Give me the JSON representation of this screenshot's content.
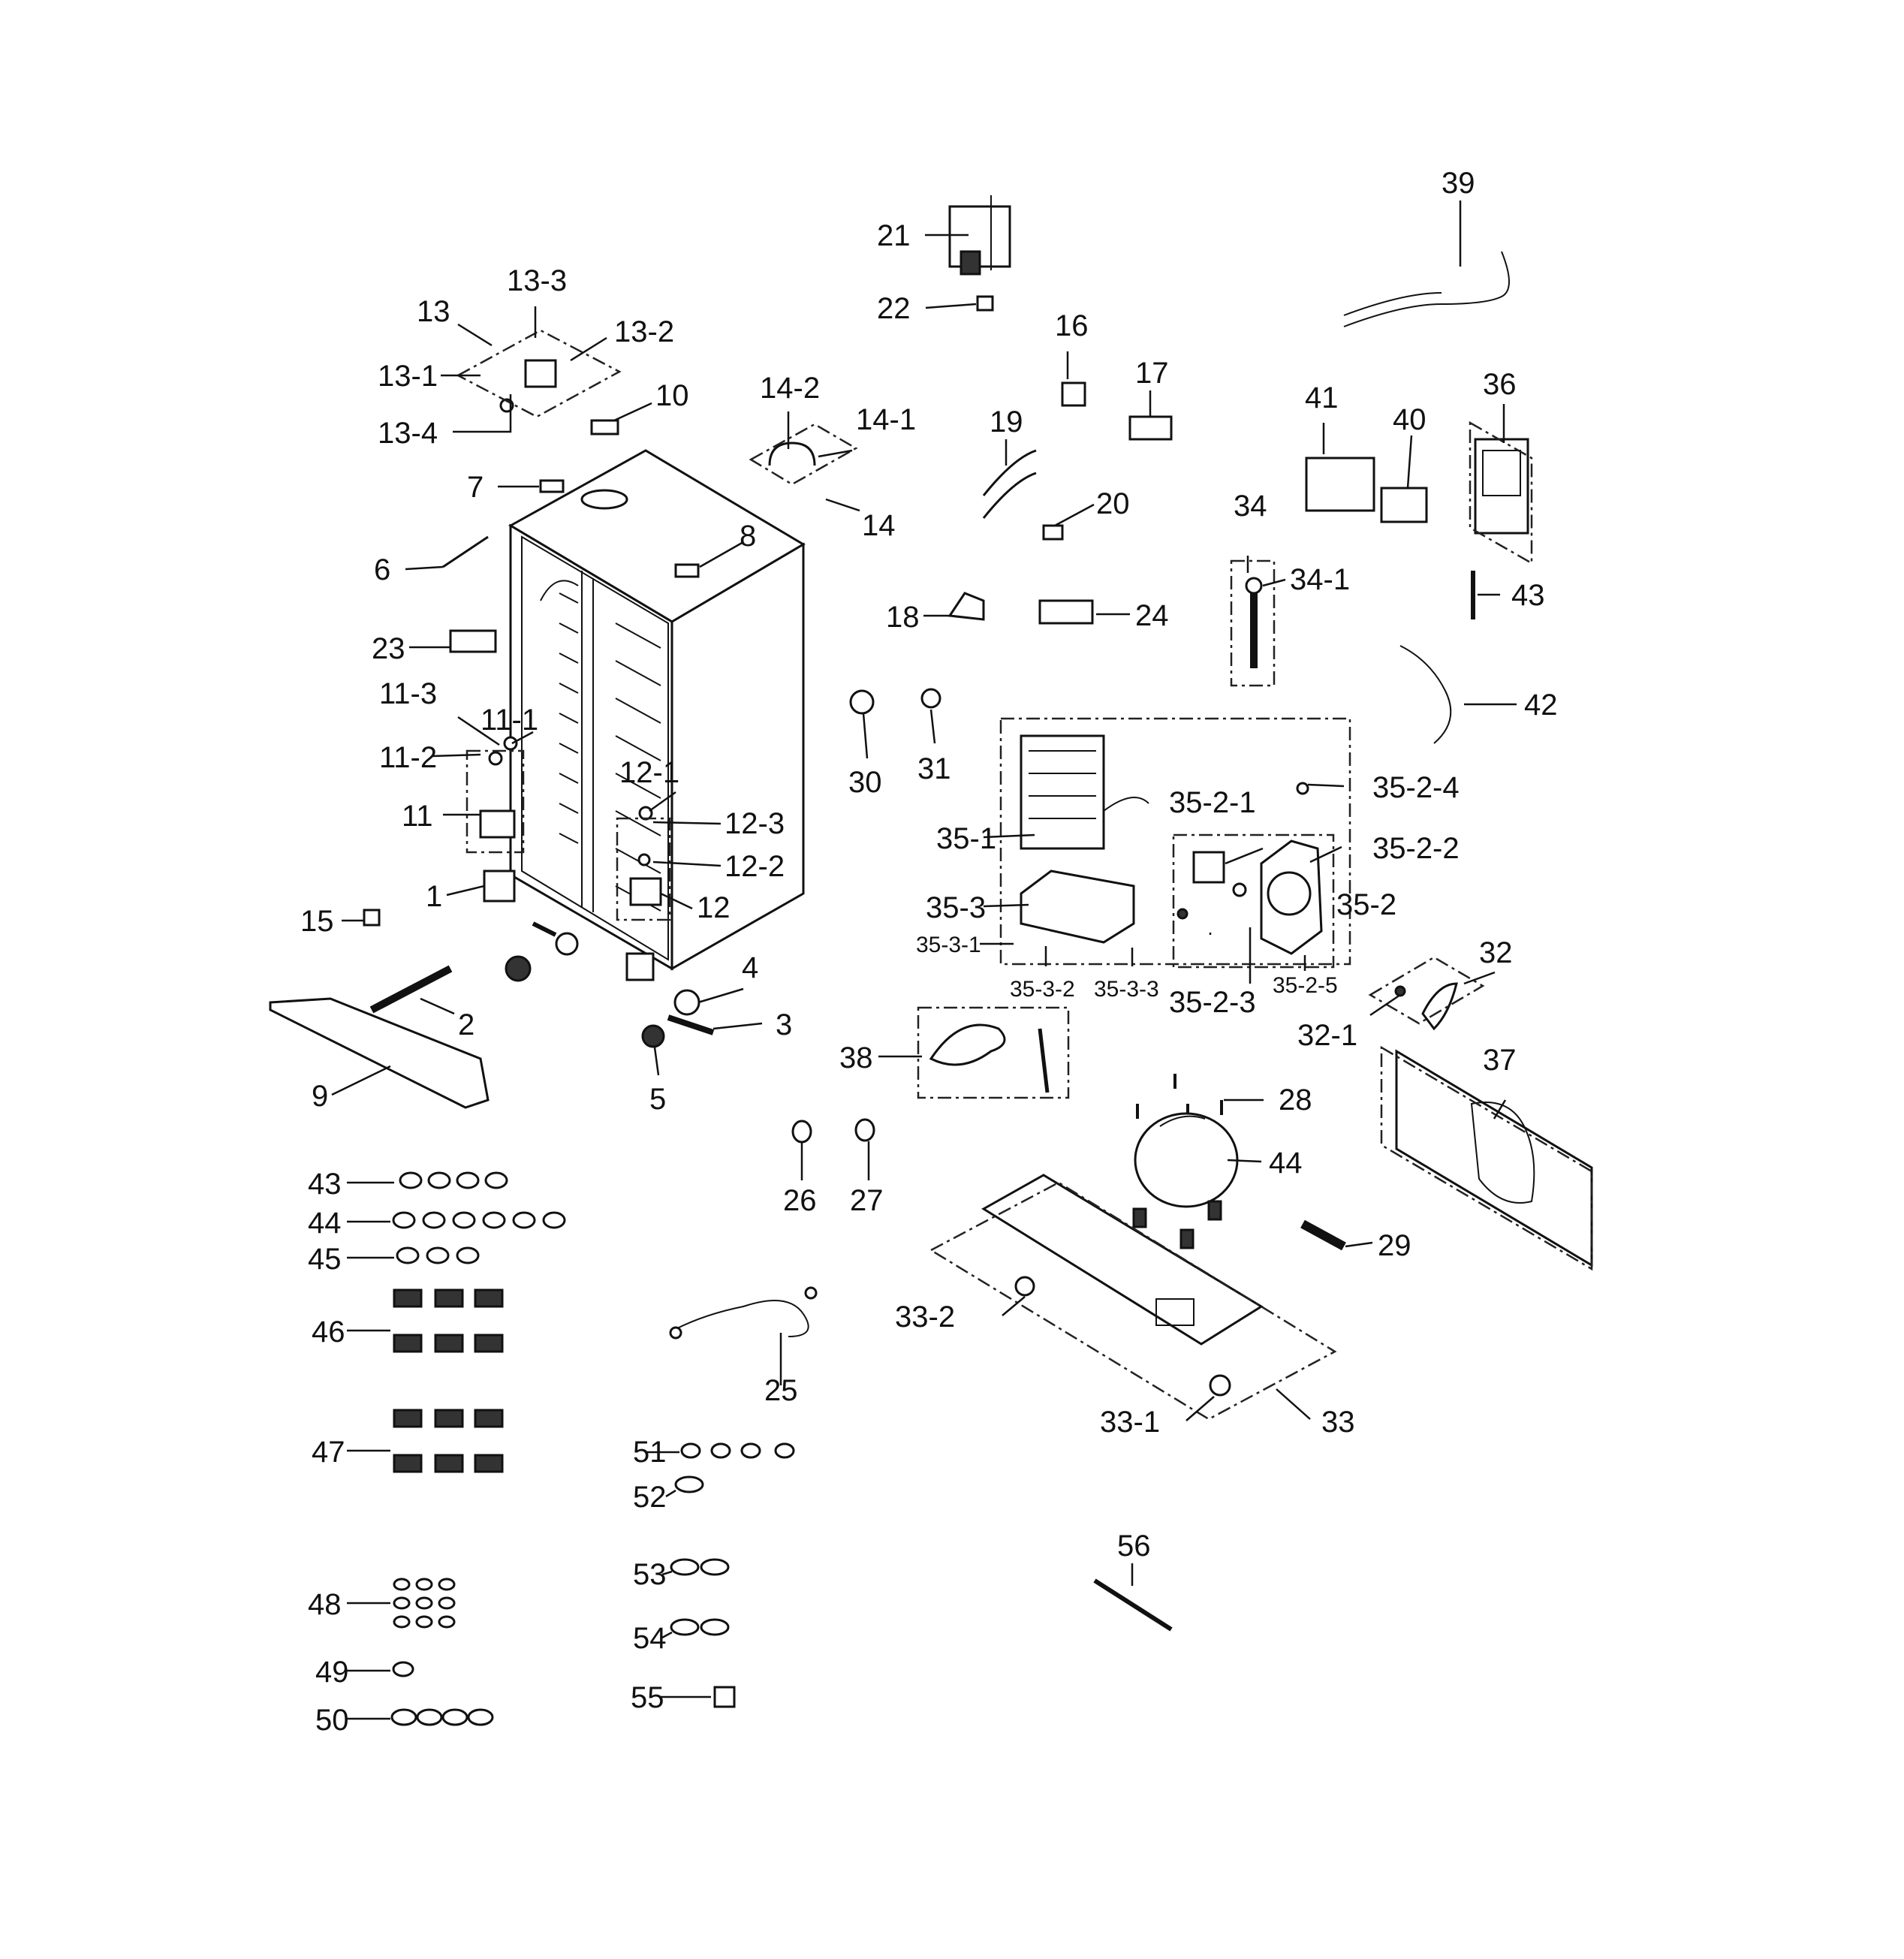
{
  "labels": {
    "p1": "1",
    "p2": "2",
    "p3": "3",
    "p4": "4",
    "p5": "5",
    "p6": "6",
    "p7": "7",
    "p8": "8",
    "p9": "9",
    "p10": "10",
    "p11": "11",
    "p11_1": "11-1",
    "p11_2": "11-2",
    "p11_3": "11-3",
    "p12": "12",
    "p12_1": "12-1",
    "p12_2": "12-2",
    "p12_3": "12-3",
    "p13": "13",
    "p13_1": "13-1",
    "p13_2": "13-2",
    "p13_3": "13-3",
    "p13_4": "13-4",
    "p14": "14",
    "p14_1": "14-1",
    "p14_2": "14-2",
    "p15": "15",
    "p16": "16",
    "p17": "17",
    "p18": "18",
    "p19": "19",
    "p20": "20",
    "p21": "21",
    "p22": "22",
    "p23": "23",
    "p24": "24",
    "p25": "25",
    "p26": "26",
    "p27": "27",
    "p28": "28",
    "p29": "29",
    "p30": "30",
    "p31": "31",
    "p32": "32",
    "p32_1": "32-1",
    "p33": "33",
    "p33_1": "33-1",
    "p33_2": "33-2",
    "p34": "34",
    "p34_1": "34-1",
    "p35_1": "35-1",
    "p35_2": "35-2",
    "p35_2_1": "35-2-1",
    "p35_2_2": "35-2-2",
    "p35_2_3": "35-2-3",
    "p35_2_4": "35-2-4",
    "p35_2_5": "35-2-5",
    "p35_3": "35-3",
    "p35_3_1": "35-3-1",
    "p35_3_2": "35-3-2",
    "p35_3_3": "35-3-3",
    "p36": "36",
    "p37": "37",
    "p38": "38",
    "p39": "39",
    "p40": "40",
    "p41": "41",
    "p42": "42",
    "p43a": "43",
    "p43b": "43",
    "p44a": "44",
    "p44b": "44",
    "p45": "45",
    "p46": "46",
    "p47": "47",
    "p48": "48",
    "p49": "49",
    "p50": "50",
    "p51": "51",
    "p52": "52",
    "p53": "53",
    "p54": "54",
    "p55": "55",
    "p56": "56"
  }
}
